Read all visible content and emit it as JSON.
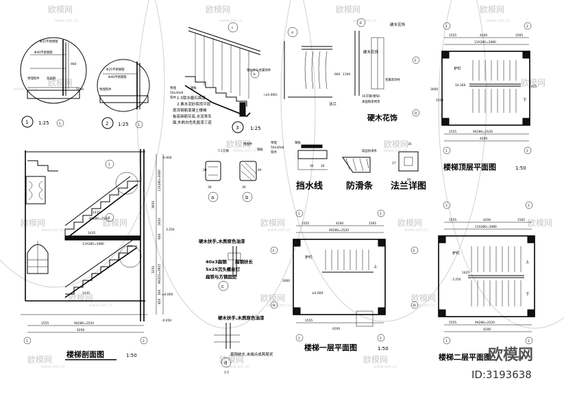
{
  "watermark": {
    "brand": "欧模网",
    "site": "www.om.cn",
    "id": "ID:3193638"
  },
  "detail1": {
    "callout": "1",
    "scale": "1:25",
    "ref": "1",
    "labels": [
      "Φ25不锈钢管",
      "Φ40不锈钢管",
      "预埋铁件",
      "双扁钢"
    ],
    "dims": [
      "900",
      "1000"
    ]
  },
  "detail2": {
    "callout": "2",
    "scale": "1:25",
    "ref": "1",
    "labels": [
      "Φ25不锈钢管",
      "Φ40不锈钢管",
      "预埋铁件"
    ]
  },
  "detail3": {
    "callout": "3",
    "scale": "1:25",
    "ref_c": "c",
    "ref_b": "b",
    "labels": [
      "预埋",
      "50x30x8",
      "铁件",
      "钢板"
    ],
    "note_lines": [
      "1.3厚水磨石面层",
      "2.素水泥砂浆找平层",
      "现浇钢筋混凝土楼梯",
      "板底麻筋灰底,水泥青灰",
      "面,外刷白色乳胶漆三道"
    ],
    "level": "(±0.000)",
    "post_note": "钢扶手与金属饰件"
  },
  "detail_d": {
    "callout": "d",
    "labels": [
      "法兰"
    ],
    "dims": [
      "660",
      "1100"
    ]
  },
  "hardwood": {
    "top_label": "硬木花饰",
    "side_label": "硬木花饰",
    "note1": "16方钢(镀锌)",
    "note2": "表面银漆烤漆",
    "note3": "金属装饰柱",
    "caption": "硬木花饰",
    "ref": "b"
  },
  "top_plan": {
    "title": "楼梯顶层平面图",
    "scale": "1:50",
    "guard_label": "护栏",
    "dims_top": [
      "1555",
      "4200",
      "11X280=3080",
      "1565"
    ],
    "dims_bottom": [
      "1555",
      "9X280=2520",
      "4200"
    ],
    "side_dims": [
      "3000",
      "5200"
    ],
    "grid_cols": [
      "1",
      "2"
    ],
    "grid_rows": [
      "E",
      "D"
    ],
    "down_label": "下",
    "level": "10.260",
    "dim_val": "1425"
  },
  "section": {
    "title": "楼梯剖面图",
    "scale": "1:50",
    "callouts": [
      "1",
      "1",
      "c",
      "d"
    ],
    "levels": [
      "6.900",
      "3.250",
      "±0.000",
      "-0.450"
    ],
    "dims_right": [
      "11X280=3080",
      "3650",
      "1650",
      "3250",
      "9X325=2925",
      "600",
      "300",
      "450"
    ],
    "run_labels": [
      "9X280=2520",
      "11X280=3080",
      "1435",
      "1435",
      "1435"
    ],
    "bottom_dims": [
      "4200",
      "9X280=2520",
      "1555"
    ],
    "grid": [
      "1",
      "2"
    ]
  },
  "bar_details": {
    "label": "7.1方钢",
    "profile_a": "a",
    "profile_b": "b",
    "dims_a": [
      "30",
      "20"
    ],
    "dims_b": [
      "30",
      "40"
    ],
    "caption_a": "预埋件",
    "caption_b": "钢板"
  },
  "drip": {
    "label_top1": "预埋",
    "label_top2": "50x30x8",
    "label_top3": "钢板",
    "label_top4": "铁件",
    "dims": [
      "30",
      "20"
    ],
    "caption": "挡水线"
  },
  "antislip": {
    "label": "成品防滑条",
    "caption": "防滑条"
  },
  "flange": {
    "dim_top": "35",
    "dim_side": "17",
    "dim_bottom": "80",
    "caption": "法兰详图"
  },
  "section_notes": {
    "n1": "硬木扶手,木质原色油漆",
    "n2": "40x3扁钢",
    "n3": "5x25沉头螺丝钉",
    "n4": "扁铁与方钢固定",
    "n5": "扁钢扶长",
    "callout_c": "c"
  },
  "detail_d2": {
    "note1": "硬木扶手,木质原色油漆",
    "note2": "扁钢统长,末端点成燕尾状",
    "callout": "d",
    "scale": "1:5"
  },
  "first_plan": {
    "title": "楼梯一层平面图",
    "scale": "1:50",
    "guard_label": "护栏",
    "dims_top": [
      "1555",
      "4200",
      "9X280=2520",
      "1565"
    ],
    "dims_bottom": [
      "1555",
      "4200"
    ],
    "grid_cols": [
      "1",
      "2"
    ],
    "grid_rows": [
      "E",
      "D"
    ],
    "up_label": "上",
    "level": "±0.000",
    "side_dim": "3000"
  },
  "second_plan": {
    "title": "楼梯二层平面图",
    "scale": "1:50",
    "guard_label": "护栏",
    "dims_top": [
      "1555",
      "4200",
      "11X280=3080",
      "1565"
    ],
    "dims_bottom": [
      "1555",
      "9X280=2520",
      "4200"
    ],
    "grid_cols": [
      "1",
      "2"
    ],
    "grid_rows": [
      "E",
      "D"
    ],
    "up_label": "上",
    "down_label": "下",
    "level": "3.250",
    "dim_val": "1425"
  }
}
